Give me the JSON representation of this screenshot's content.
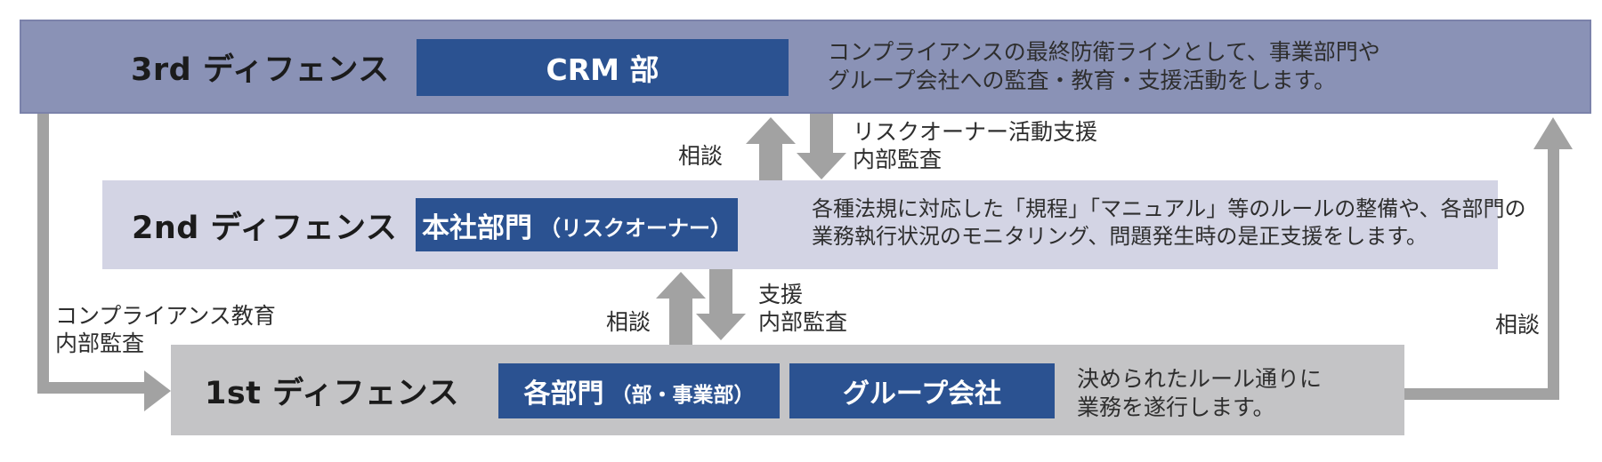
{
  "colors": {
    "band3": "#8a92b6",
    "band2": "#d3d4e4",
    "band1": "#c4c4c6",
    "box": "#2b5291",
    "arrow": "#a2a2a2",
    "ink": "#1b1b1b",
    "desc": "#2e2e2e"
  },
  "bands": {
    "third": {
      "label": "3rd ディフェンス",
      "box_label": "CRM 部",
      "desc1": "コンプライアンスの最終防衛ラインとして、事業部門や",
      "desc2": "グループ会社への監査・教育・支援活動をします。"
    },
    "second": {
      "label": "2nd ディフェンス",
      "box_main": "本社部門",
      "box_sub": "（リスクオーナー）",
      "desc1": "各種法規に対応した「規程」「マニュアル」等のルールの整備や、各部門の",
      "desc2": "業務執行状況のモニタリング、問題発生時の是正支援をします。"
    },
    "first": {
      "label": "1st ディフェンス",
      "box1_main": "各部門",
      "box1_sub": "（部・事業部）",
      "box2_label": "グループ会社",
      "desc1": "決められたルール通りに",
      "desc2": "業務を遂行します。"
    }
  },
  "connectors": {
    "gap1": {
      "consult_label": "相談",
      "down_label1": "リスクオーナー活動支援",
      "down_label2": "内部監査"
    },
    "gap2": {
      "consult_label": "相談",
      "down_label1": "支援",
      "down_label2": "内部監査"
    },
    "left": {
      "label1": "コンプライアンス教育",
      "label2": "内部監査"
    },
    "right": {
      "consult_label": "相談"
    }
  }
}
